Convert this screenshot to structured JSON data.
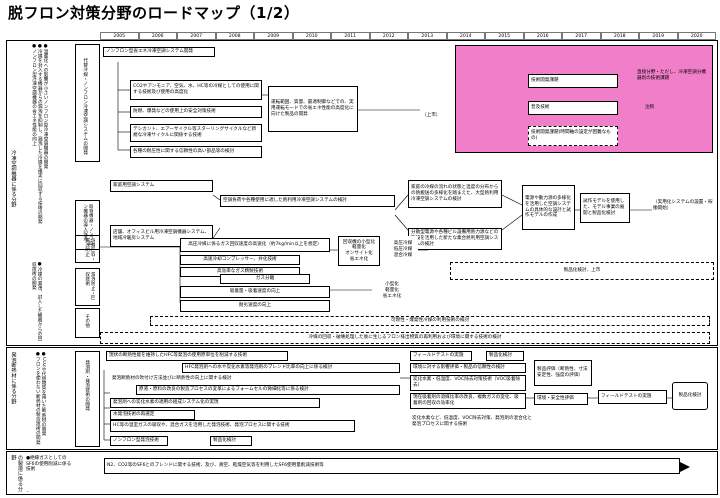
{
  "title": "脱フロン対策分野のロードマップ（1/2）",
  "years": [
    "2005",
    "2006",
    "2007",
    "2008",
    "2009",
    "2010",
    "2011",
    "2012",
    "2013",
    "2014",
    "2015",
    "2016",
    "2017",
    "2018",
    "2019",
    "2020"
  ],
  "left_bands": {
    "band1": "冷凍空調機器に係る分野",
    "band2": "発泡断熱材に係る分野",
    "band3": "半導体・液晶等の製造に係る分野"
  },
  "goals": {
    "g1": "●温暖化への影響が小さいノンフロン型冷凍空調機器の開発\n●冷媒を封入する機器からの漏洩を抑制し、漏洩した冷媒を確実に回収する技術の開発\n●ノンフロン型冷凍空調機器の省エネ性能の向上",
    "g2": "●冷媒の漏洩、封入した機器からの回収技術の開発",
    "g3": "●CO2や代替物質を用いた断熱材の開発\n●フロンを使わない断熱材の製造技術の開発",
    "g4": "●絶縁ガスとしてのSF6の使用削減に係る技術"
  },
  "sub_labels": {
    "s1": "代替冷媒・ノンフロン冷凍空調システムの開発",
    "s2": "既存機器・ノンフロン機器の導入促進",
    "s3": "冷媒回収・漏洩防止",
    "s4": "漏洩防止・回収技術",
    "s5": "その他",
    "s6": "発泡剤・発泡技術の開発"
  },
  "boxes": {
    "b_nonfron_top": "ノンフロン型省エネ冷凍空調システム開発",
    "b_co2": "CO2やアンモニア、空気、水、HC等の冷媒としての使用に関する技術及び使用の高度化",
    "b_safety": "防燃、爆発などの使用上の安全対策技術",
    "b_cycle": "デシカント、エアーサイクル等スターリングサイクルなど新規な冷凍サイクルに関係する技術",
    "b_parts": "各種の耐圧性に関する信頼性の高い部品等の検討",
    "b_op": "運転範囲、質量、最適制御などでの、実用運転モードでの省エネ性能の高度化に向けた製品の開発",
    "b_up": "（上市）",
    "b_home": "家庭用空調システム",
    "b_shop": "店舗、オフィスビル用冷凍空調機器システム、地域冷暖房システム",
    "b_multi": "空調負荷や各種使用に適した熱利用冷凍空調システムの検討",
    "b_heat": "家庭の冷媒の流れの状態と温度の分布からの熱搬送の多様化を踏まえた、大型熱利用冷凍空調システムの検討",
    "b_cascade": "分散型電源や各種ビル設備用熱力源などの施設を活用した新たな集合熱利用空調システムの検討",
    "b_motor": "電源や動力源の多様化を活用した空調システムの具体的な設計と試作モデルの作成",
    "b_trial": "試作モデルを使用した、モデル事業の展開と製品化検討",
    "b_real": "（実用化システムの設置・稼働開始）",
    "b_hp_gas": "高圧冷媒に係るガス回収速度の高速化（約7kg/min以上を想定）",
    "b_compact": "高速冷却コンプレッサー、弁化技術",
    "b_purify": "高効率なガス精製技術",
    "b_sep": "回収機の小型化\n軽量化\nオンサイト化\n省エネ化",
    "b_pressure": "高圧冷媒\n低圧冷媒\n混合冷媒",
    "b_prod1": "製品化検討、上市",
    "b_gassep": "ガス分離",
    "b_recov": "吸着量・吸着速度の向上",
    "b_deg": "耐劣速度の向上",
    "b_small": "小型化\n軽量化\n省エネ化",
    "b_visual": "可燃性・爆発性冷媒の利用技術の検討",
    "b_recycle": "冷媒の回収・破壊処理した後に生じるフロン排出物質の再利用および環境に関する技術の検討",
    "b_foam1": "現状の断熱性能を維持したHFC等発泡の使用原単位を削減する技術",
    "b_foam2": "HFC発泡剤への水や炭化水素等発泡剤のブレンド比率の向上に係る検討",
    "b_foam3": "発泡断熱材の吹付け方法並びに断熱性の向上に関する検討",
    "b_foam4": "原液・原料の改良の製造プロセスの変革によるフォームセルの微細化等に係る検討",
    "b_foam5": "発泡剤への炭化水素の適用の組成システム化の実現",
    "b_foam6": "水発泡技術の再選定",
    "b_foam7": "HC等の温室ガスの吸収や、混合ガスを活用した発泡技術、発泡プロセスに関する技術",
    "b_foam8": "ノンフロン型発泡技術",
    "b_foam9": "製品化検討",
    "b_field1": "フィールドテストの実施",
    "b_field2": "製品化検討",
    "b_field3": "環境に対する影響評価・製品の信頼性の検討",
    "b_evalA": "炭化水素・低温度、VOC除去対策技術（VOC吸着除去）",
    "b_evalB": "現在吸着剤の溶媒比率の改良、複数ガスの変化、吸着剤の回収の効率化",
    "b_safe2": "環境・安全性評価",
    "b_prodeval": "製品評価（断熱性、寸法安定性、強度の評価）",
    "b_field4": "フィールドテストの実施",
    "b_prod4": "製品化検討",
    "b_detail": "炭化水素など、低温度、VOC除去対策、発泡剤の混合化と発泡プロセスに関する技術",
    "b_sf6": "N2、CO2等のSF6とのブレンドに関する技術、及び、真空、乾燥空気等を利用したSF6使用量削減技術等"
  },
  "legend": {
    "l1": "技術開発課題",
    "l1n": "直接分野・ただし、冷凍空調分機器別の技術課題",
    "l2": "普及技術",
    "l2n": "注釈",
    "l3": "技術開発課題(時間軸の設定が困難なもの)"
  },
  "colors": {
    "legend_bg": "#f07ec8",
    "band_bg": "#ffffff",
    "line": "#000000"
  }
}
